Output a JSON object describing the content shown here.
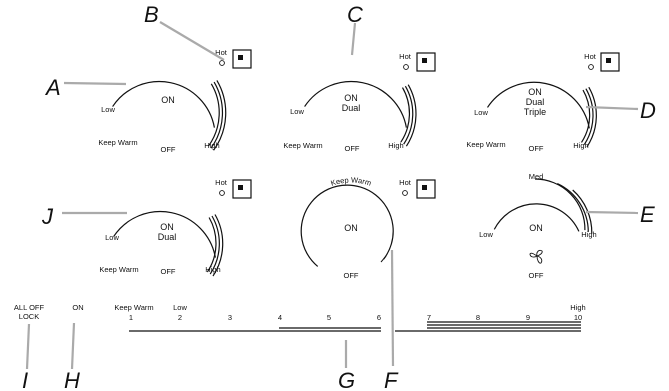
{
  "callouts": {
    "A": "A",
    "B": "B",
    "C": "C",
    "D": "D",
    "E": "E",
    "F": "F",
    "G": "G",
    "H": "H",
    "I": "I",
    "J": "J"
  },
  "knobs": {
    "a": {
      "center": "ON",
      "low": "Low",
      "high": "High",
      "keep_warm": "Keep Warm",
      "off": "OFF",
      "hot": "Hot"
    },
    "c": {
      "center": "ON",
      "sub1": "Dual",
      "low": "Low",
      "high": "High",
      "keep_warm": "Keep Warm",
      "off": "OFF",
      "hot": "Hot"
    },
    "d": {
      "center": "ON",
      "sub1": "Dual",
      "sub2": "Triple",
      "low": "Low",
      "high": "High",
      "keep_warm": "Keep Warm",
      "off": "OFF",
      "hot": "Hot"
    },
    "j": {
      "center": "ON",
      "sub1": "Dual",
      "low": "Low",
      "high": "High",
      "keep_warm": "Keep Warm",
      "off": "OFF",
      "hot": "Hot"
    },
    "f": {
      "center": "ON",
      "top": "Keep Warm",
      "off": "OFF",
      "hot": "Hot"
    },
    "e": {
      "center": "ON",
      "med": "Med",
      "low": "Low",
      "high": "High",
      "off": "OFF",
      "fan_icon": "fan-icon"
    }
  },
  "touch_bar": {
    "all_off_line1": "ALL OFF",
    "all_off_line2": "LOCK",
    "on": "ON",
    "keep_warm": "Keep Warm",
    "low": "Low",
    "high": "High",
    "levels": [
      "1",
      "2",
      "3",
      "4",
      "5",
      "6",
      "7",
      "8",
      "9",
      "10"
    ]
  }
}
